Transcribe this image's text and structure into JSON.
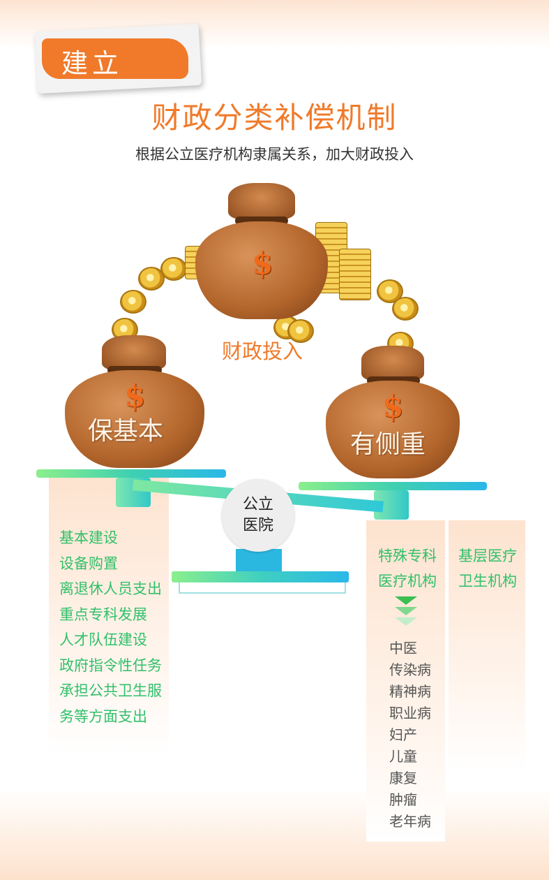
{
  "header": {
    "tag": "建立",
    "title": "财政分类补偿机制",
    "subtitle": "根据公立医疗机构隶属关系，加大财政投入"
  },
  "center_bag": {
    "label": "财政投入",
    "symbol": "$"
  },
  "left_bag": {
    "label": "保基本",
    "symbol": "$"
  },
  "right_bag": {
    "label": "有侧重",
    "symbol": "$"
  },
  "scale": {
    "hub_line1": "公立",
    "hub_line2": "医院"
  },
  "left_panel": {
    "items": [
      "基本建设",
      "设备购置",
      "离退休人员支出",
      "重点专科发展",
      "人才队伍建设",
      "政府指令性任务",
      "承担公共卫生服",
      "务等方面支出"
    ]
  },
  "right_panel_a": {
    "heading_line1": "特殊专科",
    "heading_line2": "医疗机构",
    "items": [
      "中医",
      "传染病",
      "精神病",
      "职业病",
      "妇产",
      "儿童",
      "康复",
      "肿瘤",
      "老年病"
    ]
  },
  "right_panel_b": {
    "heading_line1": "基层医疗",
    "heading_line2": "卫生机构"
  },
  "colors": {
    "accent_orange": "#f07a2a",
    "accent_green": "#32c06a",
    "scale_blue": "#2ab8e8"
  },
  "icons": [
    "money-bag-icon",
    "gold-coin-icon",
    "coin-stack-icon",
    "dollar-sign-icon",
    "chevron-down-icon"
  ]
}
